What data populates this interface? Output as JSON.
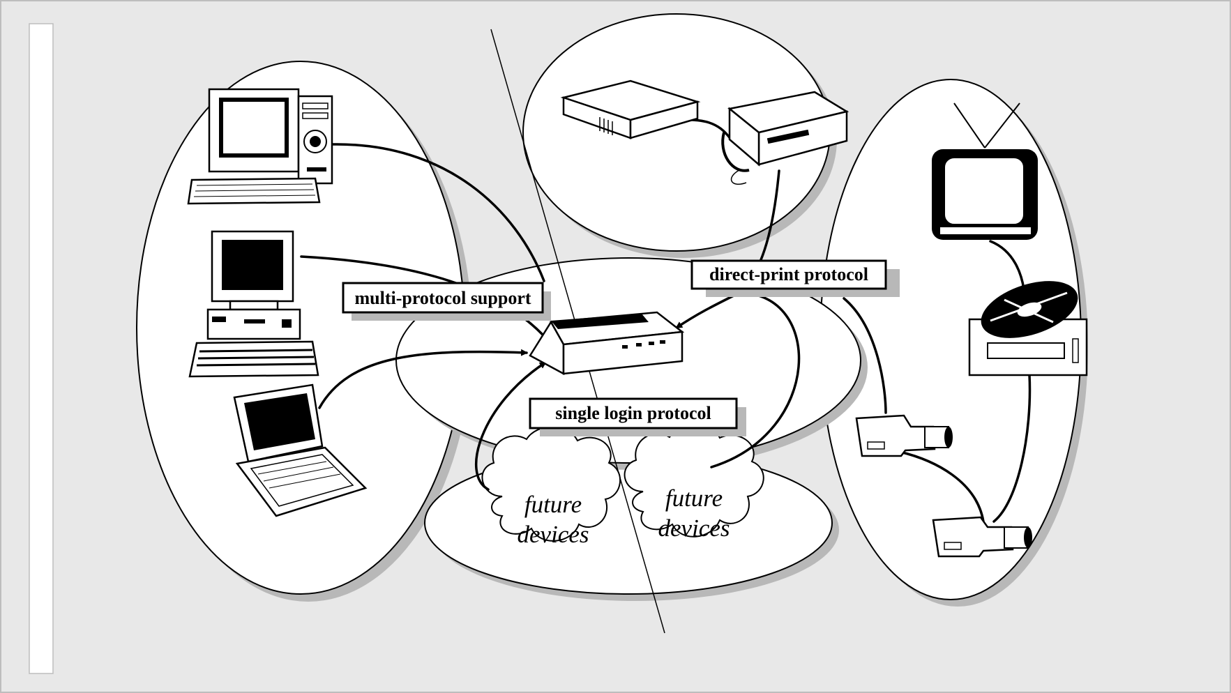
{
  "diagram": {
    "labels": {
      "multi_protocol": "multi-protocol support",
      "direct_print": "direct-print protocol",
      "single_login": "single login protocol",
      "future_devices_left": [
        "future",
        "devices"
      ],
      "future_devices_right": [
        "future",
        "devices"
      ]
    },
    "groups": [
      "computers",
      "office-devices",
      "hub",
      "future-devices",
      "audio-video"
    ],
    "devices": [
      "desktop-tower-computer",
      "desktop-pc",
      "laptop",
      "printer",
      "scanner",
      "fax-machine",
      "television",
      "cd-player",
      "camcorder-top",
      "camcorder-bottom"
    ],
    "colors": {
      "background": "#e8e8e8",
      "shadow": "#b8b8b8",
      "outline": "#000000",
      "fill": "#ffffff"
    }
  }
}
